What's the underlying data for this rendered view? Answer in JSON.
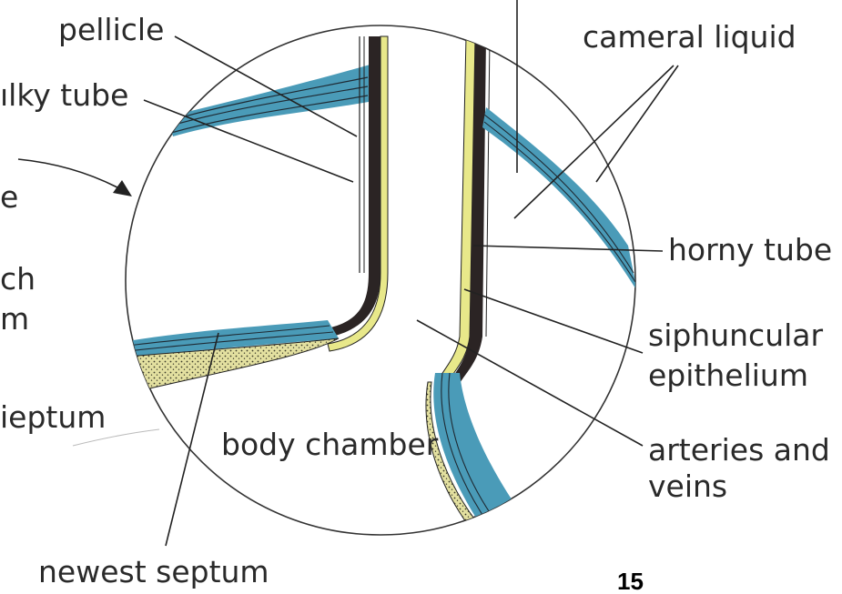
{
  "colors": {
    "outline": "#1a1a1a",
    "tissue_blue": "#4a9bb8",
    "yellow": "#e8e88a",
    "stipple_yellow": "#e0df9e",
    "dark_band": "#2b2424"
  },
  "labels": {
    "pellicle": "pellicle",
    "chalky_tube": "ılky tube",
    "cameral_liquid": "cameral liquid",
    "left_e": "e",
    "left_ch": "ch",
    "left_m": "m",
    "left_septum": "ieptum",
    "horny_tube": "horny tube",
    "siphuncular_1": "siphuncular",
    "siphuncular_2": "epithelium",
    "body_chamber": "body chamber",
    "arteries_1": "arteries and",
    "arteries_2": "veins",
    "newest_septum": "newest septum"
  },
  "page_number": "15"
}
